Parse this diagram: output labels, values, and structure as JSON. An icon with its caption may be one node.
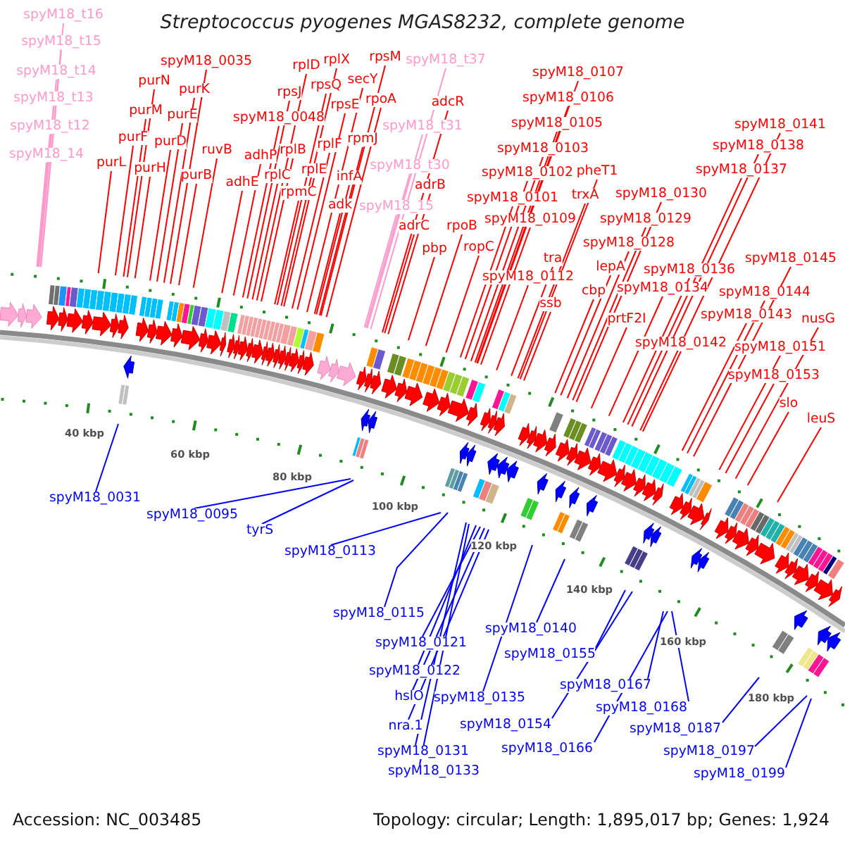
{
  "diagram": {
    "title": "Streptococcus pyogenes MGAS8232, complete genome",
    "nodes": [
      {
        "text": [
          "spyM18_t16"
        ]
      },
      {
        "text": [
          "spyM18_t15"
        ]
      },
      {
        "text": [
          "spyM18_t14"
        ]
      },
      {
        "text": [
          "spyM18_t13"
        ]
      },
      {
        "text": [
          "spyM18_t12"
        ]
      },
      {
        "text": [
          "spyM18_14"
        ]
      },
      {
        "text": [
          "spyM18_0035"
        ]
      },
      {
        "text": [
          "purN"
        ]
      },
      {
        "text": [
          "purK"
        ]
      },
      {
        "text": [
          "purM"
        ]
      },
      {
        "text": [
          "purE"
        ]
      },
      {
        "text": [
          "purF"
        ]
      },
      {
        "text": [
          "purD"
        ]
      },
      {
        "text": [
          "ruvB"
        ]
      },
      {
        "text": [
          "purL"
        ]
      },
      {
        "text": [
          "purH"
        ]
      },
      {
        "text": [
          "purB"
        ]
      },
      {
        "text": [
          "spyM18_0048"
        ]
      },
      {
        "text": [
          "adhP"
        ]
      },
      {
        "text": [
          "adhE"
        ]
      },
      {
        "text": [
          "rplD"
        ]
      },
      {
        "text": [
          "rpsJ"
        ]
      },
      {
        "text": [
          "rplX"
        ]
      },
      {
        "text": [
          "rpsQ"
        ]
      },
      {
        "text": [
          "rpsM"
        ]
      },
      {
        "text": [
          "secY"
        ]
      },
      {
        "text": [
          "rpsE"
        ]
      },
      {
        "text": [
          "rpoA"
        ]
      },
      {
        "text": [
          "rpmJ"
        ]
      },
      {
        "text": [
          "rplF"
        ]
      },
      {
        "text": [
          "rplB"
        ]
      },
      {
        "text": [
          "rplE"
        ]
      },
      {
        "text": [
          "rplC"
        ]
      },
      {
        "text": [
          "infA"
        ]
      },
      {
        "text": [
          "rpmC"
        ]
      },
      {
        "text": [
          "adk"
        ]
      },
      {
        "text": [
          "spyM18_t37"
        ]
      },
      {
        "text": [
          "adcR"
        ]
      },
      {
        "text": [
          "spyM18_t31"
        ]
      },
      {
        "text": [
          "spyM18_t30"
        ]
      },
      {
        "text": [
          "adrB"
        ]
      },
      {
        "text": [
          "spyM18_15"
        ]
      },
      {
        "text": [
          "adrC"
        ]
      },
      {
        "text": [
          "rpoB"
        ]
      },
      {
        "text": [
          "pbp"
        ]
      },
      {
        "text": [
          "ropC"
        ]
      },
      {
        "text": [
          "spyM18_0107"
        ]
      },
      {
        "text": [
          "spyM18_0106"
        ]
      },
      {
        "text": [
          "spyM18_0105"
        ]
      },
      {
        "text": [
          "spyM18_0103"
        ]
      },
      {
        "text": [
          "spyM18_0102"
        ]
      },
      {
        "text": [
          "pheT1"
        ]
      },
      {
        "text": [
          "spyM18_0101"
        ]
      },
      {
        "text": [
          "trxA"
        ]
      },
      {
        "text": [
          "spyM18_0109"
        ]
      },
      {
        "text": [
          "tra"
        ]
      },
      {
        "text": [
          "spyM18_0112"
        ]
      },
      {
        "text": [
          "ssb"
        ]
      },
      {
        "text": [
          "spyM18_0130"
        ]
      },
      {
        "text": [
          "spyM18_0129"
        ]
      },
      {
        "text": [
          "spyM18_0128"
        ]
      },
      {
        "text": [
          "lepA"
        ]
      },
      {
        "text": [
          "cbp"
        ]
      },
      {
        "text": [
          "spyM18_0134"
        ]
      },
      {
        "text": [
          "spyM18_0136"
        ]
      },
      {
        "text": [
          "prtF2I"
        ]
      },
      {
        "text": [
          "spyM18_0142"
        ]
      },
      {
        "text": [
          "spyM18_0141"
        ]
      },
      {
        "text": [
          "spyM18_0138"
        ]
      },
      {
        "text": [
          "spyM18_0137"
        ]
      },
      {
        "text": [
          "spyM18_0145"
        ]
      },
      {
        "text": [
          "spyM18_0144"
        ]
      },
      {
        "text": [
          "spyM18_0143"
        ]
      },
      {
        "text": [
          "nusG"
        ]
      },
      {
        "text": [
          "spyM18_0151"
        ]
      },
      {
        "text": [
          "spyM18_0153"
        ]
      },
      {
        "text": [
          "slo"
        ]
      },
      {
        "text": [
          "leuS"
        ]
      },
      {
        "text": [
          "spyM18_0031"
        ]
      },
      {
        "text": [
          "spyM18_0095"
        ]
      },
      {
        "text": [
          "tyrS"
        ]
      },
      {
        "text": [
          "spyM18_0113"
        ]
      },
      {
        "text": [
          "spyM18_0115"
        ]
      },
      {
        "text": [
          "spyM18_0121"
        ]
      },
      {
        "text": [
          "spyM18_0122"
        ]
      },
      {
        "text": [
          "hslO"
        ]
      },
      {
        "text": [
          "nra.1"
        ]
      },
      {
        "text": [
          "spyM18_0131"
        ]
      },
      {
        "text": [
          "spyM18_0133"
        ]
      },
      {
        "text": [
          "spyM18_0135"
        ]
      },
      {
        "text": [
          "spyM18_0140"
        ]
      },
      {
        "text": [
          "spyM18_0154"
        ]
      },
      {
        "text": [
          "spyM18_0155"
        ]
      },
      {
        "text": [
          "spyM18_0166"
        ]
      },
      {
        "text": [
          "spyM18_0167"
        ]
      },
      {
        "text": [
          "spyM18_0168"
        ]
      },
      {
        "text": [
          "spyM18_0187"
        ]
      },
      {
        "text": [
          "spyM18_0197"
        ]
      },
      {
        "text": [
          "spyM18_0199"
        ]
      }
    ],
    "edges": [
      {
        "from": 0,
        "to": null,
        "arrow": "none",
        "color": "#ff99cc"
      },
      {
        "from": 1,
        "to": null,
        "arrow": "none",
        "color": "#ff99cc"
      },
      {
        "from": 2,
        "to": null,
        "arrow": "none",
        "color": "#ff99cc"
      },
      {
        "from": 3,
        "to": null,
        "arrow": "none",
        "color": "#ff99cc"
      },
      {
        "from": 4,
        "to": null,
        "arrow": "none",
        "color": "#ff99cc"
      },
      {
        "from": 5,
        "to": null,
        "arrow": "none",
        "color": "#ff99cc"
      },
      {
        "from": 6,
        "to": null,
        "arrow": "none"
      },
      {
        "from": 7,
        "to": null,
        "arrow": "none"
      },
      {
        "from": 8,
        "to": null,
        "arrow": "none"
      },
      {
        "from": 9,
        "to": null,
        "arrow": "none"
      },
      {
        "from": 10,
        "to": null,
        "arrow": "none"
      },
      {
        "from": 11,
        "to": null,
        "arrow": "none"
      },
      {
        "from": 12,
        "to": null,
        "arrow": "none"
      },
      {
        "from": 13,
        "to": null,
        "arrow": "none"
      },
      {
        "from": 14,
        "to": null,
        "arrow": "none"
      },
      {
        "from": 15,
        "to": null,
        "arrow": "none"
      },
      {
        "from": 16,
        "to": null,
        "arrow": "none"
      },
      {
        "from": 17,
        "to": null,
        "arrow": "none"
      },
      {
        "from": 18,
        "to": null,
        "arrow": "none"
      },
      {
        "from": 19,
        "to": null,
        "arrow": "none"
      },
      {
        "from": 20,
        "to": null,
        "arrow": "none"
      },
      {
        "from": 21,
        "to": null,
        "arrow": "none"
      },
      {
        "from": 22,
        "to": null,
        "arrow": "none"
      },
      {
        "from": 23,
        "to": null,
        "arrow": "none"
      },
      {
        "from": 24,
        "to": null,
        "arrow": "none"
      },
      {
        "from": 25,
        "to": null,
        "arrow": "none"
      },
      {
        "from": 26,
        "to": null,
        "arrow": "none"
      },
      {
        "from": 27,
        "to": null,
        "arrow": "none"
      },
      {
        "from": 28,
        "to": null,
        "arrow": "none"
      },
      {
        "from": 29,
        "to": null,
        "arrow": "none"
      },
      {
        "from": 30,
        "to": null,
        "arrow": "none"
      },
      {
        "from": 31,
        "to": null,
        "arrow": "none"
      },
      {
        "from": 32,
        "to": null,
        "arrow": "none"
      },
      {
        "from": 33,
        "to": null,
        "arrow": "none"
      },
      {
        "from": 34,
        "to": null,
        "arrow": "none"
      },
      {
        "from": 35,
        "to": null,
        "arrow": "none"
      },
      {
        "from": 36,
        "to": null,
        "arrow": "none",
        "color": "#ff99cc"
      },
      {
        "from": 37,
        "to": null,
        "arrow": "none"
      },
      {
        "from": 38,
        "to": null,
        "arrow": "none",
        "color": "#ff99cc"
      },
      {
        "from": 39,
        "to": null,
        "arrow": "none",
        "color": "#ff99cc"
      },
      {
        "from": 40,
        "to": null,
        "arrow": "none"
      },
      {
        "from": 41,
        "to": null,
        "arrow": "none",
        "color": "#ff99cc"
      },
      {
        "from": 42,
        "to": null,
        "arrow": "none"
      },
      {
        "from": 43,
        "to": null,
        "arrow": "none"
      },
      {
        "from": 44,
        "to": null,
        "arrow": "none"
      },
      {
        "from": 45,
        "to": null,
        "arrow": "none"
      },
      {
        "from": 46,
        "to": null,
        "arrow": "none"
      },
      {
        "from": 47,
        "to": null,
        "arrow": "none"
      },
      {
        "from": 48,
        "to": null,
        "arrow": "none"
      },
      {
        "from": 49,
        "to": null,
        "arrow": "none"
      },
      {
        "from": 50,
        "to": null,
        "arrow": "none"
      },
      {
        "from": 51,
        "to": null,
        "arrow": "none"
      },
      {
        "from": 52,
        "to": null,
        "arrow": "none"
      },
      {
        "from": 53,
        "to": null,
        "arrow": "none"
      },
      {
        "from": 54,
        "to": null,
        "arrow": "none"
      },
      {
        "from": 55,
        "to": null,
        "arrow": "none"
      },
      {
        "from": 56,
        "to": null,
        "arrow": "none"
      },
      {
        "from": 57,
        "to": null,
        "arrow": "none"
      },
      {
        "from": 58,
        "to": null,
        "arrow": "none"
      },
      {
        "from": 59,
        "to": null,
        "arrow": "none"
      },
      {
        "from": 60,
        "to": null,
        "arrow": "none"
      },
      {
        "from": 61,
        "to": null,
        "arrow": "none"
      },
      {
        "from": 62,
        "to": null,
        "arrow": "none"
      },
      {
        "from": 63,
        "to": null,
        "arrow": "none"
      },
      {
        "from": 64,
        "to": null,
        "arrow": "none"
      },
      {
        "from": 65,
        "to": null,
        "arrow": "none"
      },
      {
        "from": 66,
        "to": null,
        "arrow": "none"
      },
      {
        "from": 67,
        "to": null,
        "arrow": "none"
      },
      {
        "from": 68,
        "to": null,
        "arrow": "none"
      },
      {
        "from": 69,
        "to": null,
        "arrow": "none"
      },
      {
        "from": 70,
        "to": null,
        "arrow": "none"
      },
      {
        "from": 71,
        "to": null,
        "arrow": "none"
      },
      {
        "from": 72,
        "to": null,
        "arrow": "none"
      },
      {
        "from": 73,
        "to": null,
        "arrow": "none"
      },
      {
        "from": 74,
        "to": null,
        "arrow": "none"
      },
      {
        "from": 75,
        "to": null,
        "arrow": "none"
      },
      {
        "from": 76,
        "to": null,
        "arrow": "none"
      },
      {
        "from": 77,
        "to": null,
        "arrow": "none"
      },
      {
        "from": 78,
        "to": null,
        "arrow": "none",
        "color": "#0000ff"
      },
      {
        "from": 79,
        "to": null,
        "arrow": "none",
        "color": "#0000ff"
      },
      {
        "from": 80,
        "to": null,
        "arrow": "none",
        "color": "#0000ff"
      },
      {
        "from": 81,
        "to": null,
        "arrow": "none",
        "color": "#0000ff"
      },
      {
        "from": 82,
        "to": null,
        "arrow": "none",
        "color": "#0000ff"
      },
      {
        "from": 83,
        "to": null,
        "arrow": "none",
        "color": "#0000ff"
      },
      {
        "from": 84,
        "to": null,
        "arrow": "none",
        "color": "#0000ff"
      },
      {
        "from": 85,
        "to": null,
        "arrow": "none",
        "color": "#0000ff"
      },
      {
        "from": 86,
        "to": null,
        "arrow": "none",
        "color": "#0000ff"
      },
      {
        "from": 87,
        "to": null,
        "arrow": "none",
        "color": "#0000ff"
      },
      {
        "from": 88,
        "to": null,
        "arrow": "none",
        "color": "#0000ff"
      },
      {
        "from": 89,
        "to": null,
        "arrow": "none",
        "color": "#0000ff"
      },
      {
        "from": 90,
        "to": null,
        "arrow": "none",
        "color": "#0000ff"
      },
      {
        "from": 91,
        "to": null,
        "arrow": "none",
        "color": "#0000ff"
      },
      {
        "from": 92,
        "to": null,
        "arrow": "none",
        "color": "#0000ff"
      },
      {
        "from": 93,
        "to": null,
        "arrow": "none",
        "color": "#0000ff"
      },
      {
        "from": 94,
        "to": null,
        "arrow": "none",
        "color": "#0000ff"
      },
      {
        "from": 95,
        "to": null,
        "arrow": "none",
        "color": "#0000ff"
      },
      {
        "from": 96,
        "to": null,
        "arrow": "none",
        "color": "#0000ff"
      },
      {
        "from": 97,
        "to": null,
        "arrow": "none",
        "color": "#0000ff"
      },
      {
        "from": 98,
        "to": null,
        "arrow": "none",
        "color": "#0000ff"
      }
    ],
    "labels": [
      "40 kbp",
      "60 kbp",
      "80 kbp",
      "100 kbp",
      "120 kbp",
      "140 kbp",
      "160 kbp",
      "180 kbp",
      "Accession: NC_003485",
      "Topology: circular; Length: 1,895,017 bp; Genes: 1,924"
    ]
  }
}
